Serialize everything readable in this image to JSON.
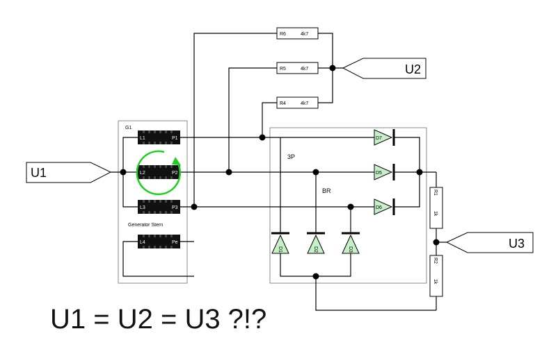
{
  "ports": {
    "u1": "U1",
    "u2": "U2",
    "u3": "U3"
  },
  "generator": {
    "label": "G1",
    "caption": "Generator Stern",
    "coils": [
      {
        "left": "L1",
        "right": "P1"
      },
      {
        "left": "L2",
        "right": "P2"
      },
      {
        "left": "L3",
        "right": "P3"
      },
      {
        "left": "L4",
        "right": "Pe"
      }
    ]
  },
  "resistors": {
    "r6": {
      "name": "R6",
      "value": "4k7"
    },
    "r5": {
      "name": "R5",
      "value": "4k7"
    },
    "r4": {
      "name": "R4",
      "value": "4k7"
    },
    "r1": {
      "name": "R1",
      "value": "1k"
    },
    "r2": {
      "name": "R2",
      "value": "1k"
    }
  },
  "rectifier": {
    "label_3p": "3P",
    "label_br": "BR"
  },
  "diodes": {
    "d7": "D7",
    "d5": "D5",
    "d6": "D6",
    "d1": "D1",
    "d2": "D2",
    "d3": "D3"
  },
  "equation": "U1 = U2 = U3 ?!?",
  "colors": {
    "wire": "#000000",
    "coil": "#111111",
    "arrow": "#22cc22",
    "diode_fill": "#c8f0c8",
    "box": "#888888"
  }
}
